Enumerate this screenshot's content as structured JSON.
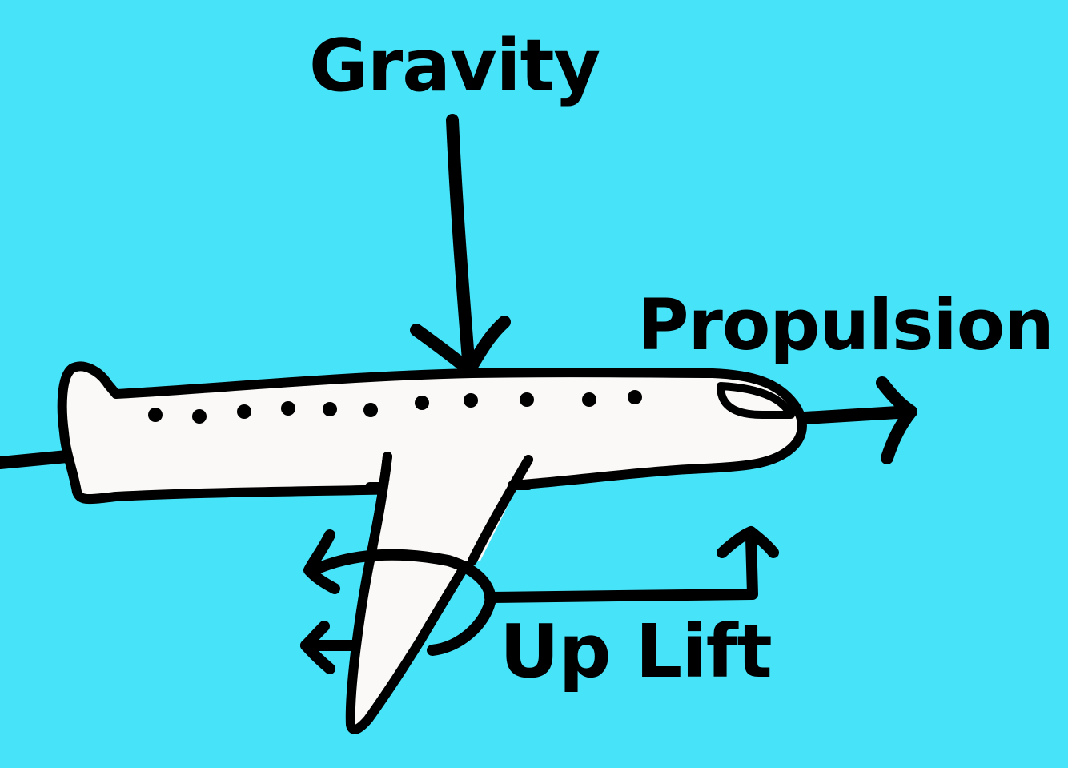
{
  "colors": {
    "background": "#47E3F8",
    "plane_fill": "#FAF9F7",
    "ink": "#000000"
  },
  "labels": {
    "gravity": "Gravity",
    "propulsion": "Propulsion",
    "up_lift": "Up Lift"
  },
  "icons": {
    "plane": "airplane-icon",
    "gravity_arrow": "arrow-down-icon",
    "propulsion_arrow": "arrow-right-icon",
    "lift_arrow": "arrow-up-icon"
  }
}
